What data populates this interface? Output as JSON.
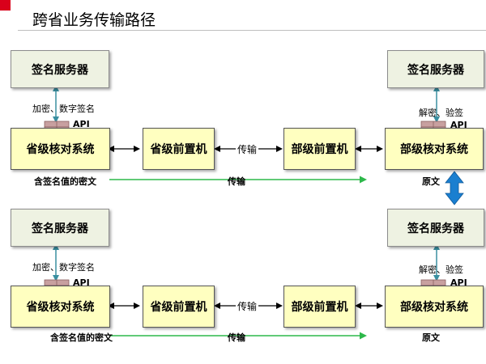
{
  "title": "跨省业务传输路径",
  "rows": [
    {
      "left_sign_server": "签名服务器",
      "left_op": "加密、数字签名",
      "left_api": "API",
      "left_system": "省级核对系统",
      "left_front": "省级前置机",
      "transfer_mid": "传输",
      "right_front": "部级前置机",
      "right_system": "部级核对系统",
      "right_sign_server": "签名服务器",
      "right_op": "解密、验签",
      "right_api": "API",
      "bottom_left": "含签名值的密文",
      "bottom_transfer": "传输",
      "bottom_right": "原文"
    },
    {
      "left_sign_server": "签名服务器",
      "left_op": "加密、数字签名",
      "left_api": "API",
      "left_system": "省级核对系统",
      "left_front": "省级前置机",
      "transfer_mid": "传输",
      "right_front": "部级前置机",
      "right_system": "部级核对系统",
      "right_sign_server": "签名服务器",
      "right_op": "解密、验签",
      "right_api": "API",
      "bottom_left": "含签名值的密文",
      "bottom_transfer": "传输",
      "bottom_right": "原文"
    }
  ],
  "colors": {
    "accent_red": "#d9001b",
    "sign_server_fill": "#eef2e2",
    "system_fill": "#ffffc0",
    "green_arrow": "#2db84a",
    "teal_arrow": "#3a8fa0",
    "blue_double_arrow": "#1a7fd0",
    "api_block": "#c8a0a0"
  }
}
